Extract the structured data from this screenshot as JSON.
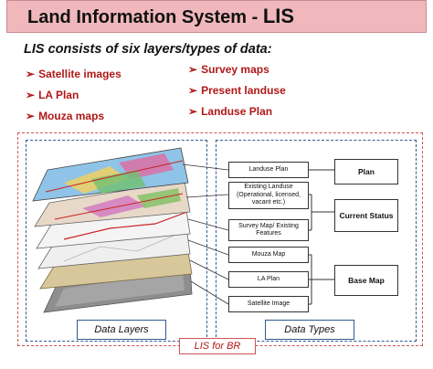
{
  "title": {
    "prefix": "Land Information System - ",
    "acronym": "LIS"
  },
  "intro": "LIS consists of six layers/types of data:",
  "bullets_left": [
    "Satellite images",
    "LA Plan",
    "Mouza maps"
  ],
  "bullets_right": [
    "Survey maps",
    "Present landuse",
    "Landuse Plan"
  ],
  "layers_label": "Data Layers",
  "types_label": "Data Types",
  "system_label": "LIS for BR",
  "layer_boxes": [
    "Landuse Plan",
    "Existing Landuse (Operational, licensed, vacant etc.)",
    "Survey Map/ Existing Features",
    "Mouza Map",
    "LA Plan",
    "Satellite Image"
  ],
  "category_boxes": [
    "Plan",
    "Current Status",
    "Base Map"
  ],
  "colors": {
    "title_bg": "#f0b8bc",
    "bullet_text": "#b01818",
    "frame_blue": "#2f5b8f",
    "frame_red": "#cc5555"
  }
}
